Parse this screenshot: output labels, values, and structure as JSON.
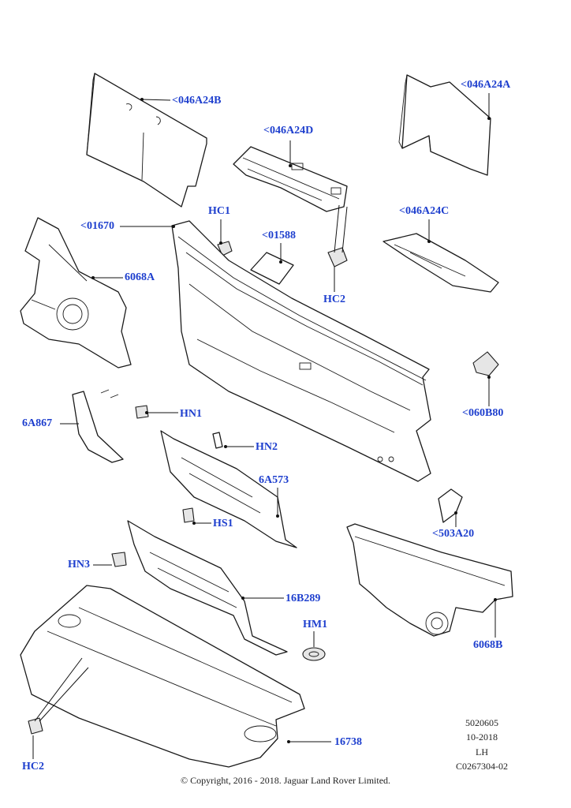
{
  "callouts": {
    "c_046A24B": "<046A24B",
    "c_046A24A": "<046A24A",
    "c_046A24D": "<046A24D",
    "c_HC1": "HC1",
    "c_01670": "<01670",
    "c_01588": "<01588",
    "c_046A24C": "<046A24C",
    "c_6068A": "6068A",
    "c_HC2_top": "HC2",
    "c_060B80": "<060B80",
    "c_6A867": "6A867",
    "c_HN1": "HN1",
    "c_HN2": "HN2",
    "c_6A573": "6A573",
    "c_HS1": "HS1",
    "c_503A20": "<503A20",
    "c_HN3": "HN3",
    "c_16B289": "16B289",
    "c_HM1": "HM1",
    "c_6068B": "6068B",
    "c_16738": "16738",
    "c_HC2_bottom": "HC2"
  },
  "meta": {
    "ref1": "5020605",
    "date": "10-2018",
    "side": "LH",
    "code": "C0267304-02"
  },
  "copyright": "© Copyright, 2016 - 2018. Jaguar Land Rover Limited.",
  "colors": {
    "callout": "#1e3fce",
    "line": "#1a1a1a"
  }
}
